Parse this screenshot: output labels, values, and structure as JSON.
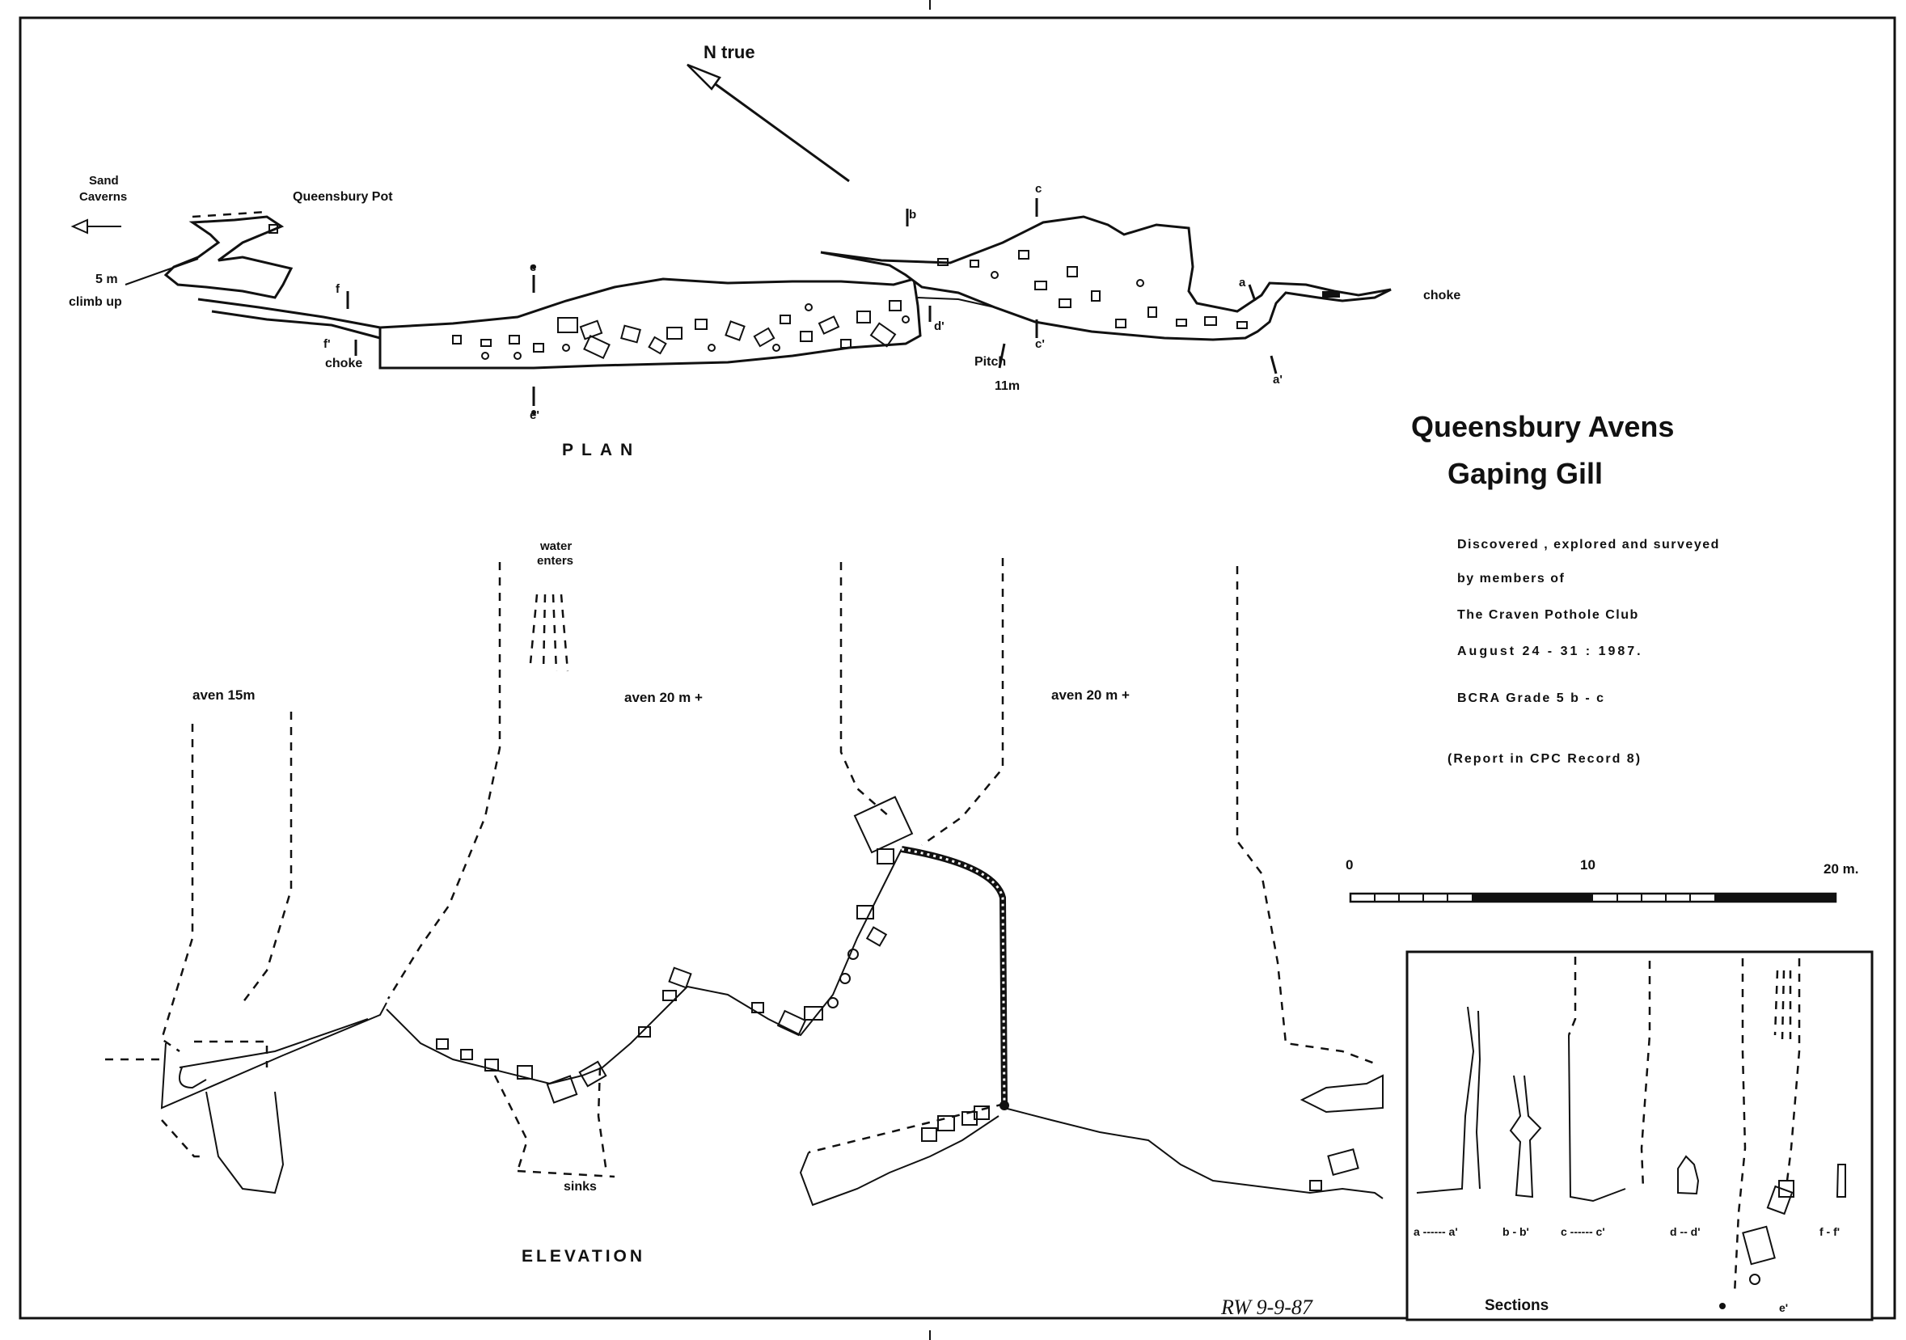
{
  "title": "Queensbury Avens",
  "subtitle": "Gaping Gill",
  "credits": [
    "Discovered , explored and surveyed",
    "by members of",
    "The Craven Pothole Club",
    "August 24 - 31 : 1987."
  ],
  "grade": "BCRA Grade 5 b - c",
  "report": "(Report in CPC Record 8)",
  "north": "N true",
  "plan": {
    "heading": "PLAN",
    "labels": {
      "sand_caverns_1": "Sand",
      "sand_caverns_2": "Caverns",
      "queensbury_pot": "Queensbury Pot",
      "climb_1": "5 m",
      "climb_2": "climb up",
      "choke_left": "choke",
      "choke_right": "choke",
      "pitch_1": "Pitch",
      "pitch_2": "11m"
    },
    "section_marks": {
      "a": "a",
      "a2": "a'",
      "b": "b",
      "c": "c",
      "c2": "c'",
      "d2": "d'",
      "e": "e",
      "e2": "e'",
      "f": "f",
      "f2": "f'"
    }
  },
  "elevation": {
    "heading": "ELEVATION",
    "labels": {
      "aven1": "aven 15m",
      "aven2": "aven 20 m +",
      "aven3": "aven 20 m +",
      "water_1": "water",
      "water_2": "enters",
      "sinks": "sinks"
    }
  },
  "scale": {
    "ticks": [
      "0",
      "10",
      "20 m."
    ]
  },
  "sections": {
    "heading": "Sections",
    "labels": [
      "a ------ a'",
      "b - b'",
      "c ------ c'",
      "d -- d'",
      "f - f'"
    ],
    "e_label": "e'"
  },
  "signature": "RW 9-9-87"
}
